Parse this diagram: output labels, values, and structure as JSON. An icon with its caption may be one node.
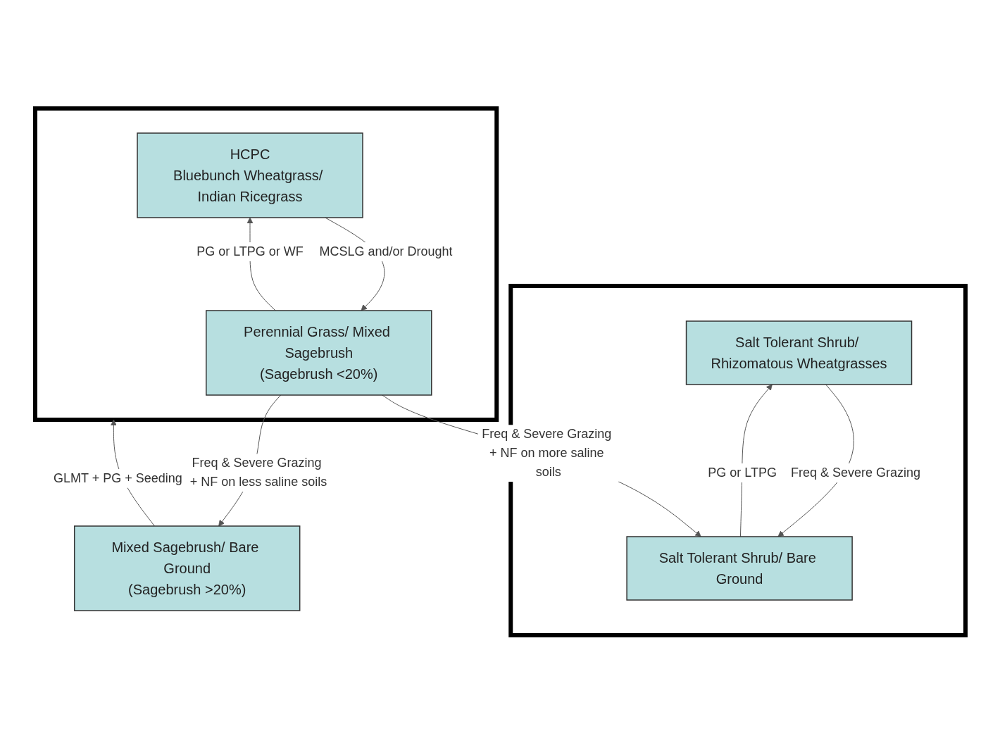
{
  "diagram": {
    "nodes": [
      {
        "text": [],
        "shape": "box"
      },
      {
        "text": [
          "Salt Tolerant Shrub/ Rhizomatous Wheatgrasses"
        ],
        "in": 0
      },
      {
        "text": [
          "Salt Tolerant Shrub/ Bare Ground"
        ],
        "in": 0
      },
      {
        "text": [],
        "shape": "box"
      },
      {
        "text": [
          "HCPC",
          "Bluebunch Wheatgrass/ Indian Ricegrass"
        ],
        "in": 3
      },
      {
        "text": [
          "Perennial Grass/ Mixed Sagebrush",
          "(Sagebrush <20%)"
        ],
        "in": 3
      },
      {
        "text": [
          "Mixed Sagebrush/ Bare Ground",
          "(Sagebrush >20%)"
        ]
      }
    ],
    "edges": [
      {
        "from": 2,
        "to": 1,
        "arrow": "to",
        "label": "PG or LTPG"
      },
      {
        "from": 1,
        "to": 2,
        "arrow": "to",
        "label": "Freq & Severe Grazing"
      },
      {
        "from": 4,
        "to": 5,
        "arrow": "to",
        "label": "MCSLG and/or Drought"
      },
      {
        "from": 5,
        "to": 4,
        "arrow": "to",
        "label": "PG or LTPG or WF"
      },
      {
        "from": 6,
        "to": 3,
        "arrow": "to",
        "label": "GLMT + PG + Seeding"
      },
      {
        "from": 5,
        "to": 2,
        "arrow": "to",
        "label": "Freq & Severe Grazing + NF on more saline soils"
      },
      {
        "from": 5,
        "to": 6,
        "arrow": "to",
        "label": "Freq & Severe Grazing + NF on less saline soils"
      }
    ]
  }
}
